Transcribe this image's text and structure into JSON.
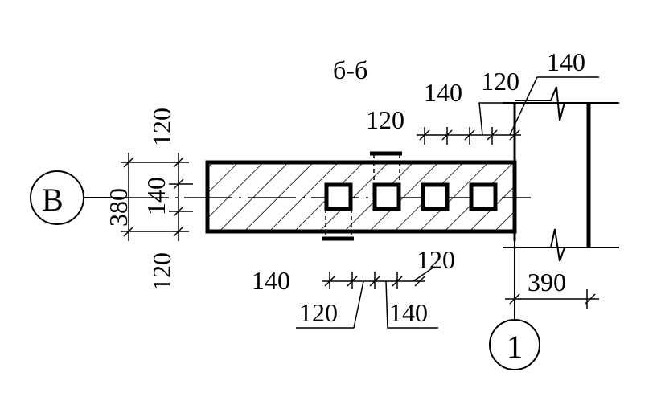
{
  "section": {
    "title": "б-б"
  },
  "axes": {
    "left": "В",
    "bottom": "1"
  },
  "dims": {
    "top_d1": "120",
    "top_d2": "140",
    "top_d3": "120",
    "top_d4": "140",
    "left_top": "120",
    "left_380": "380",
    "left_140": "140",
    "left_bottom": "120",
    "bot_d1": "140",
    "bot_d2": "120",
    "bot_d3": "120",
    "bot_d4": "140",
    "right_390": "390"
  },
  "colors": {
    "ink": "#000000",
    "paper": "#ffffff"
  }
}
